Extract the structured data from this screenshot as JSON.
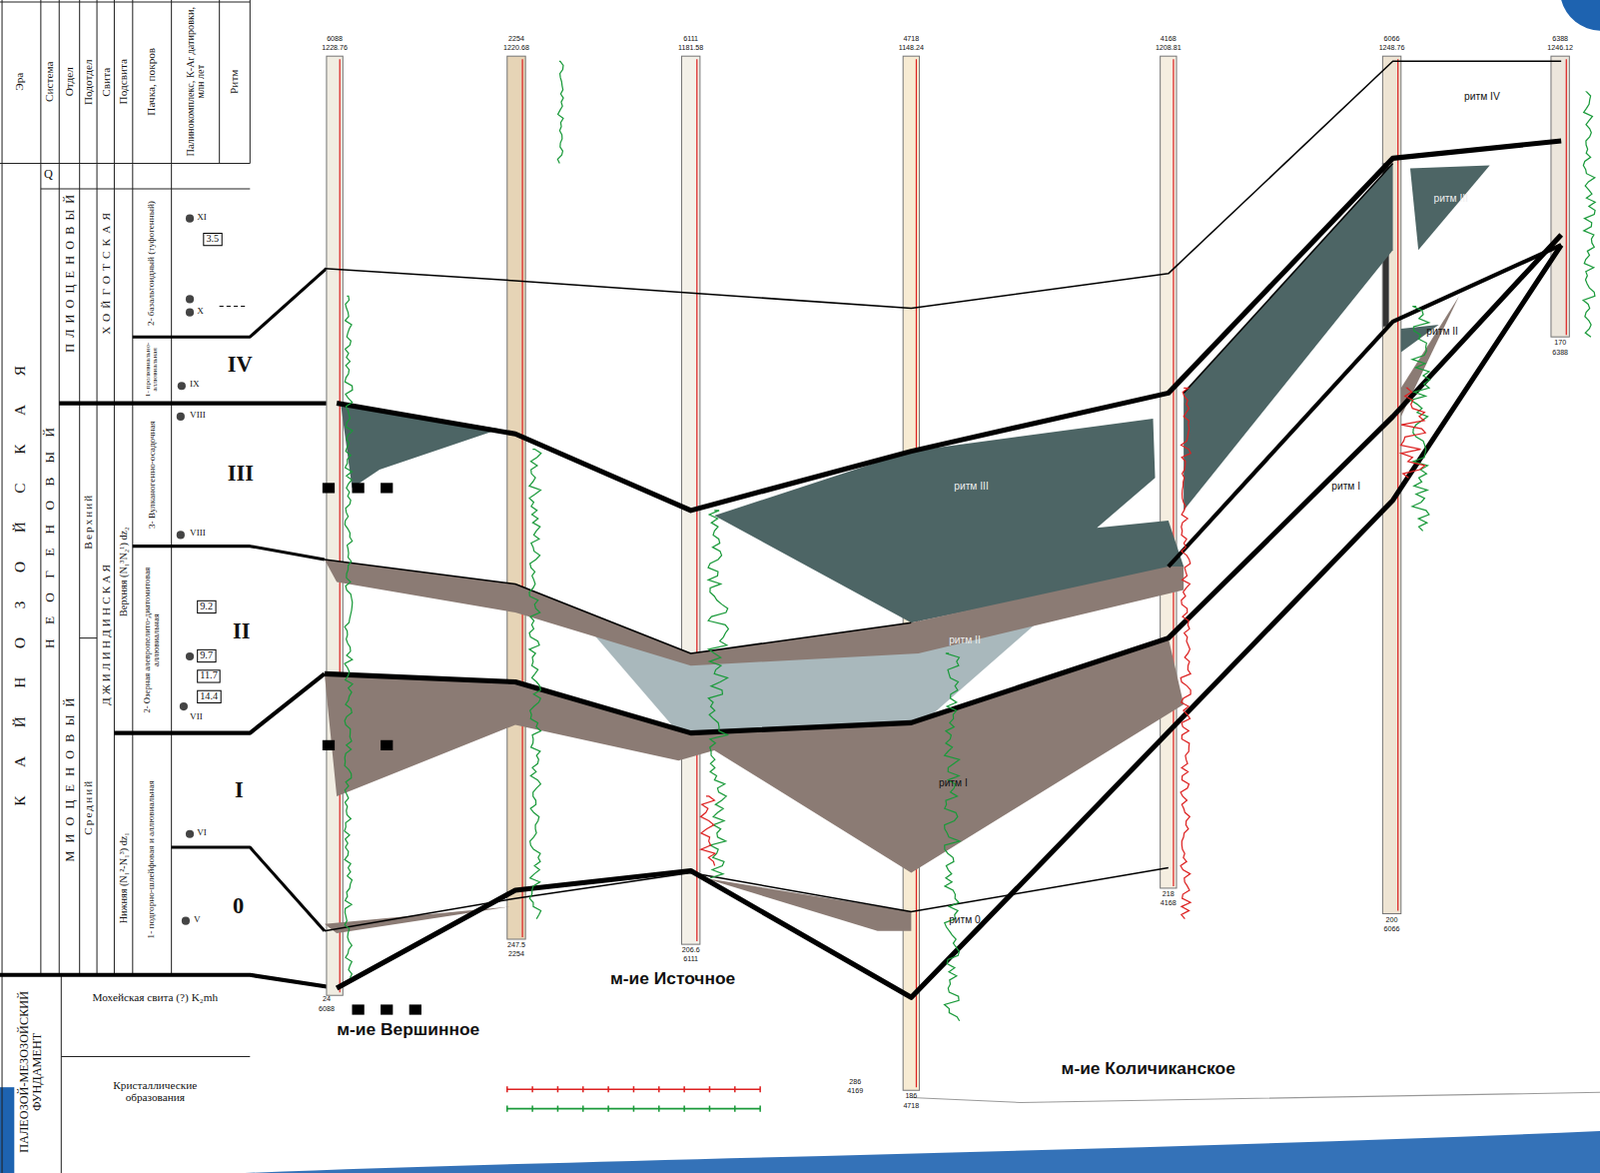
{
  "diagram": {
    "labels": [
      "Эра",
      "Система",
      "Отдел",
      "Подотдел",
      "Свита",
      "Подсвита",
      "Пачка, покров",
      "Палинокомплекс, К-Ar датировки, млн лет",
      "Ритм",
      "КАЙНОЗОЙСКАЯ",
      "Q",
      "НЕОГЕНОВЫЙ",
      "ПЛИОЦЕНОВЫЙ",
      "МИОЦЕНОВЫЙ",
      "Верхний",
      "Средний",
      "ХОЙГОТСКАЯ",
      "ДЖИЛИНДИНСКАЯ",
      "Верхняя (N₁³N₂¹) dz₂",
      "Нижняя (N₁²-N₁³) dz₁",
      "2- базальтоидный (туфогенный)",
      "1- пролювиально-аллювиальная",
      "3- Вулканогенно-осадочная",
      "2- Озерная алевропелито-диатомитовая аллювиальная",
      "1- подгорно-шлейфовая и аллювиальная",
      "XI",
      "3.5",
      "X",
      "IX",
      "VIII",
      "VIII",
      "9.2",
      "9.7",
      "11.7",
      "14.4",
      "VII",
      "VI",
      "V",
      "IV",
      "III",
      "II",
      "I",
      "0",
      "ПАЛЕОЗОЙ-МЕЗОЗОЙСКИЙ ФУНДАМЕНТ",
      "Мохейская свита (?) K₂mh",
      "Кристаллические образования",
      "6088",
      "1228.76",
      "2254",
      "1220.68",
      "6111",
      "1181.58",
      "4718",
      "1148.24",
      "4168",
      "1208.81",
      "6066",
      "1248.76",
      "6388",
      "1246.12",
      "24",
      "6088",
      "247.5",
      "2254",
      "206.6",
      "6111",
      "186",
      "4718",
      "218",
      "4168",
      "200",
      "6066",
      "170",
      "6388",
      "286",
      "4169",
      "м-ие Вершинное",
      "м-ие Источное",
      "м-ие Количиканское",
      "ритм IV",
      "ритм III",
      "ритм III",
      "ритм II",
      "ритм II",
      "ритм I",
      "ритм I",
      "ритм 0"
    ]
  }
}
